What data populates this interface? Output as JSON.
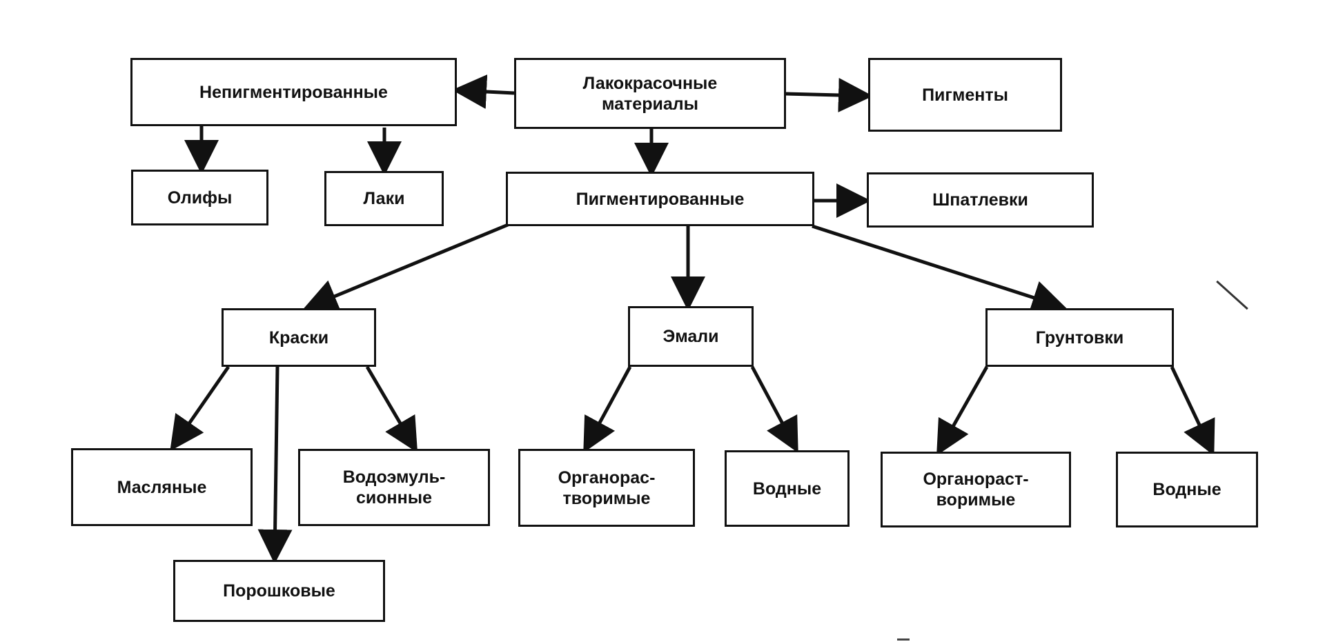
{
  "diagram": {
    "nodes": {
      "lkm": "Лакокрасочные\nматериалы",
      "nonpigmented": "Непигментированные",
      "pigments": "Пигменты",
      "olify": "Олифы",
      "laki": "Лаки",
      "pigmented": "Пигментированные",
      "shpatlevki": "Шпатлевки",
      "kraski": "Краски",
      "emali": "Эмали",
      "gruntovki": "Грунтовки",
      "maslyanye": "Масляные",
      "vodoemul": "Водоэмуль-\nсионные",
      "poroshkovye": "Порошковые",
      "organo1": "Органорас-\nтворимые",
      "vodnye1": "Водные",
      "organo2": "Органораст-\nворимые",
      "vodnye2": "Водные"
    },
    "edges": [
      [
        "lkm",
        "nonpigmented"
      ],
      [
        "lkm",
        "pigments"
      ],
      [
        "lkm",
        "pigmented"
      ],
      [
        "nonpigmented",
        "olify"
      ],
      [
        "nonpigmented",
        "laki"
      ],
      [
        "pigmented",
        "shpatlevki"
      ],
      [
        "pigmented",
        "kraski"
      ],
      [
        "pigmented",
        "emali"
      ],
      [
        "pigmented",
        "gruntovki"
      ],
      [
        "kraski",
        "maslyanye"
      ],
      [
        "kraski",
        "poroshkovye"
      ],
      [
        "kraski",
        "vodoemul"
      ],
      [
        "emali",
        "organo1"
      ],
      [
        "emali",
        "vodnye1"
      ],
      [
        "gruntovki",
        "organo2"
      ],
      [
        "gruntovki",
        "vodnye2"
      ]
    ],
    "colors": {
      "ink": "#111111",
      "paper": "#ffffff"
    }
  }
}
